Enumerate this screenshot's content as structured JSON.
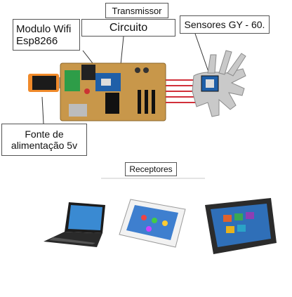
{
  "diagram": {
    "transmitter_label": "Transmissor",
    "circuit_label": "Circuito",
    "wifi_module_label_line1": "Modulo Wifi",
    "wifi_module_label_line2": "Esp8266",
    "sensors_label": "Sensores GY - 60.",
    "power_supply_label_line1": "Fonte de",
    "power_supply_label_line2": "alimentação 5v",
    "receivers_label": "Receptores"
  }
}
